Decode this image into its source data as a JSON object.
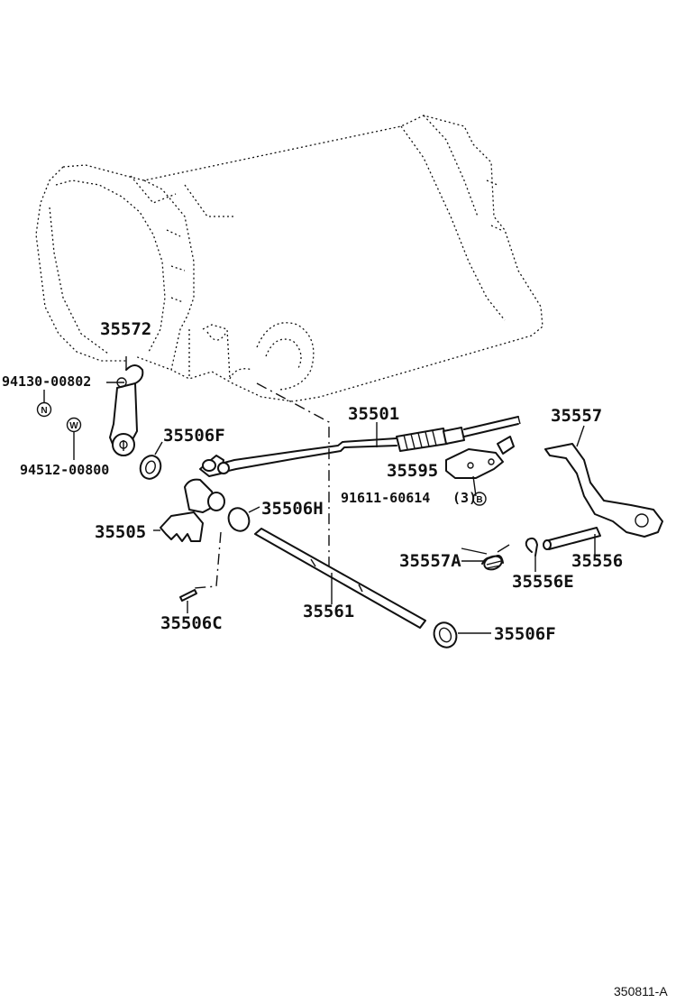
{
  "labels": {
    "p35572": "35572",
    "p94130": "94130-00802",
    "p94512": "94512-00800",
    "p35506F_top": "35506F",
    "p35505": "35505",
    "p35506H": "35506H",
    "p35506C": "35506C",
    "p35561": "35561",
    "p35506F_bottom": "35506F",
    "p35501": "35501",
    "p35595": "35595",
    "p91611": "91611-60614",
    "p91611_qty": "(3)",
    "p35557": "35557",
    "p35557A": "35557A",
    "p35556": "35556",
    "p35556E": "35556E"
  },
  "markers": {
    "n": "N",
    "w": "W",
    "b": "B"
  },
  "reference_code": "350811-A"
}
